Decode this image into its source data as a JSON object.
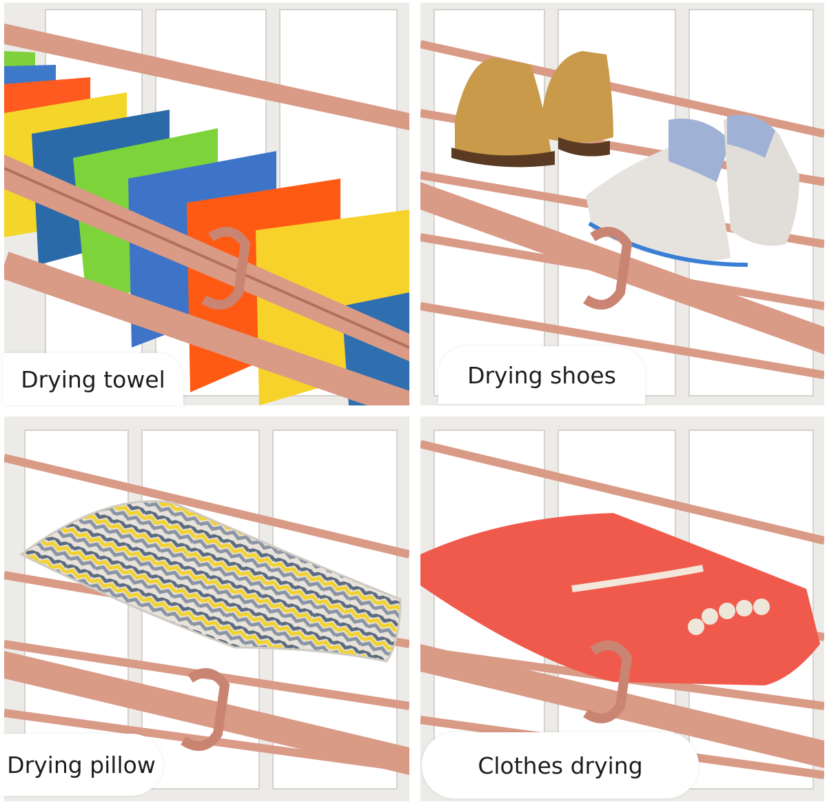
{
  "panels": [
    {
      "label": "Drying towel",
      "subject": "towel-rack"
    },
    {
      "label": "Drying shoes",
      "subject": "shoes-rack"
    },
    {
      "label": "Drying pillow",
      "subject": "pillow-rack"
    },
    {
      "label": "Clothes drying",
      "subject": "clothes-rack"
    }
  ],
  "colors": {
    "rack": "#d99a86",
    "rack_dark": "#b36f5c",
    "wall": "#ecebe8",
    "label_bg": "#ffffff"
  }
}
